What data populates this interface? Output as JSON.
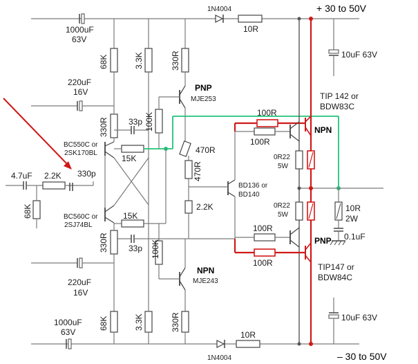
{
  "rails": {
    "positive": "+ 30 to 50V",
    "negative": "– 30 to 50V"
  },
  "diodes": {
    "top": "1N4004",
    "bottom": "1N4004"
  },
  "capacitors": {
    "c_top_big": [
      "1000uF",
      "63V"
    ],
    "c_top_mid": [
      "220uF",
      "16V"
    ],
    "c_bot_mid": [
      "220uF",
      "16V"
    ],
    "c_bot_big": [
      "1000uF",
      "63V"
    ],
    "c_input": "4.7uF",
    "c_330p": "330p",
    "c_33p_top": "33p",
    "c_33p_bot": "33p",
    "c_rail_top": "10uF 63V",
    "c_rail_bot": "10uF 63V",
    "c_zobel": "0.1uF"
  },
  "resistors": {
    "r_10r_top": "10R",
    "r_10r_bot": "10R",
    "r_68k_top": "68K",
    "r_33k_top": "3.3K",
    "r_330r_top": "330R",
    "r_330r_mid_top": "330R",
    "r_100k_top": "100K",
    "r_68k_in": "68K",
    "r_22k_in": "2.2K",
    "r_15k_top": "15K",
    "r_15k_bot": "15K",
    "r_470r_a": "470R",
    "r_470r_b": "470R",
    "r_22k_mid": "2.2K",
    "r_100r_1": "100R",
    "r_100r_2": "100R",
    "r_100r_3": "100R",
    "r_100r_4": "100R",
    "r_0r22_top": [
      "0R22",
      "5W"
    ],
    "r_0r22_bot": [
      "0R22",
      "5W"
    ],
    "r_10r_zobel": [
      "10R",
      "2W"
    ],
    "r_330r_bot": "330R",
    "r_100k_bot": "100K",
    "r_68k_bot": "68K",
    "r_33k_bot": "3.3K",
    "r_330r_bot2": "330R"
  },
  "transistors": {
    "q_pnp_vas": [
      "PNP",
      "MJE253"
    ],
    "q_npn_vas": [
      "NPN",
      "MJE243"
    ],
    "q_ltp_top": [
      "BC550C or",
      "2SK170BL"
    ],
    "q_ltp_bot": [
      "BC560C or",
      "2SJ74BL"
    ],
    "q_bias": [
      "BD136 or",
      "BD140"
    ],
    "q_out_npn": "NPN",
    "q_out_pnp": "PNP",
    "q_out_top_part": [
      "TIP 142 or",
      "BDW83C"
    ],
    "q_out_bot_part": [
      "TIP147 or",
      "BDW84C"
    ]
  },
  "colors": {
    "output_path": "#d01818",
    "feedback": "#22c27a",
    "arrow": "#d01818"
  }
}
